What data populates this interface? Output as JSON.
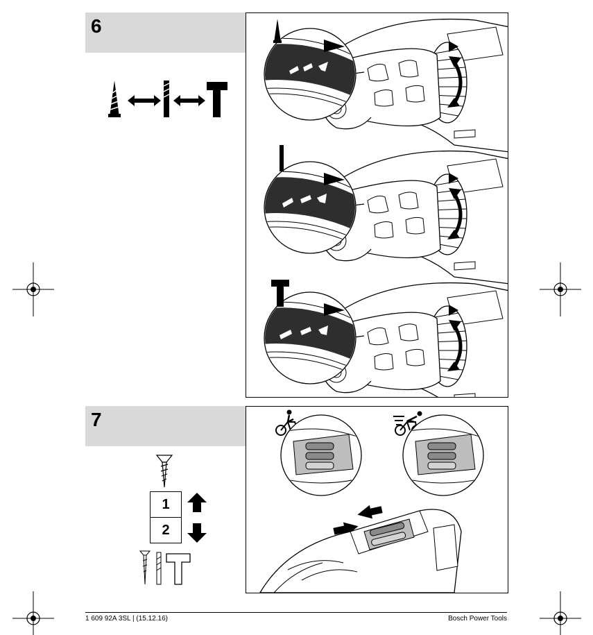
{
  "step6": {
    "number": "6"
  },
  "step7": {
    "number": "7",
    "gear_high": "1",
    "gear_low": "2"
  },
  "icons": {
    "screw": "screw-icon",
    "drill_bit": "drill-bit-icon",
    "hammer": "hammer-icon",
    "double_arrow": "double-arrow-icon",
    "arrow_up": "arrow-up-icon",
    "arrow_down": "arrow-down-icon",
    "cyclist_slow": "cyclist-slow-icon",
    "cyclist_fast": "cyclist-fast-icon",
    "registration_mark": "registration-mark-icon"
  },
  "footer": {
    "doc_code": "1 609 92A 3SL | (15.12.16)",
    "brand": "Bosch Power Tools"
  },
  "colors": {
    "header_gray": "#d9d9d9",
    "ink": "#000000"
  }
}
